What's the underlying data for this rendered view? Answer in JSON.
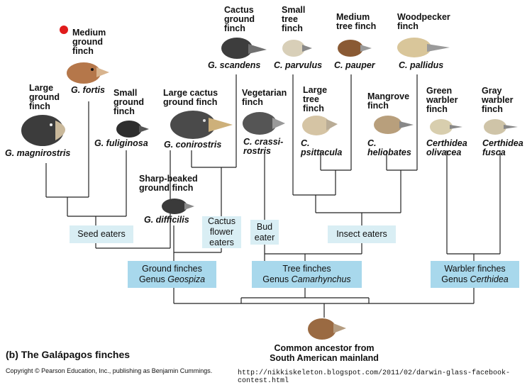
{
  "species": {
    "medium_ground": {
      "common": "Medium\nground\nfinch",
      "sci": "G. fortis"
    },
    "large_ground": {
      "common": "Large\nground\nfinch",
      "sci": "G. magnirostris"
    },
    "small_ground": {
      "common": "Small\nground\nfinch",
      "sci": "G. fuliginosa"
    },
    "large_cactus": {
      "common": "Large cactus\nground finch",
      "sci": "G. conirostris"
    },
    "cactus_ground": {
      "common": "Cactus\nground\nfinch",
      "sci": "G. scandens"
    },
    "sharp_beaked": {
      "common": "Sharp-beaked\nground finch",
      "sci": "G. difficilis"
    },
    "vegetarian": {
      "common": "Vegetarian\nfinch",
      "sci": "C. crassi-\nrostris"
    },
    "small_tree": {
      "common": "Small\ntree\nfinch",
      "sci": "C. parvulus"
    },
    "large_tree": {
      "common": "Large\ntree\nfinch",
      "sci": "C.\npsittacula"
    },
    "medium_tree": {
      "common": "Medium\ntree finch",
      "sci": "C. pauper"
    },
    "mangrove": {
      "common": "Mangrove\nfinch",
      "sci": "C.\nheliobates"
    },
    "woodpecker": {
      "common": "Woodpecker\nfinch",
      "sci": "C. pallidus"
    },
    "green_warbler": {
      "common": "Green\nwarbler\nfinch",
      "sci": "Certhidea\nolivacea"
    },
    "gray_warbler": {
      "common": "Gray\nwarbler\nfinch",
      "sci": "Certhidea\nfusca"
    }
  },
  "diet_boxes": {
    "seed": "Seed eaters",
    "cactus": "Cactus\nflower\neaters",
    "bud": "Bud\neater",
    "insect": "Insect eaters"
  },
  "genus_boxes": {
    "ground": {
      "line1": "Ground finches",
      "prefix": "Genus ",
      "genus": "Geospiza"
    },
    "tree": {
      "line1": "Tree finches",
      "prefix": "Genus ",
      "genus": "Camarhynchus"
    },
    "warbler": {
      "line1": "Warbler finches",
      "prefix": "Genus ",
      "genus": "Certhidea"
    }
  },
  "ancestor": "Common ancestor from\nSouth American mainland",
  "caption": "(b) The Galápagos finches",
  "copyright": "Copyright © Pearson Education, Inc., publishing as Benjamin Cummings.",
  "url": "http://nikkiskeleton.blogspot.com/2011/02/darwin-glass-facebook-contest.html",
  "colors": {
    "line": "#222222",
    "box_light": "#d9eef4",
    "box_dark": "#a8d8ec",
    "marker": "#e01b1b"
  }
}
